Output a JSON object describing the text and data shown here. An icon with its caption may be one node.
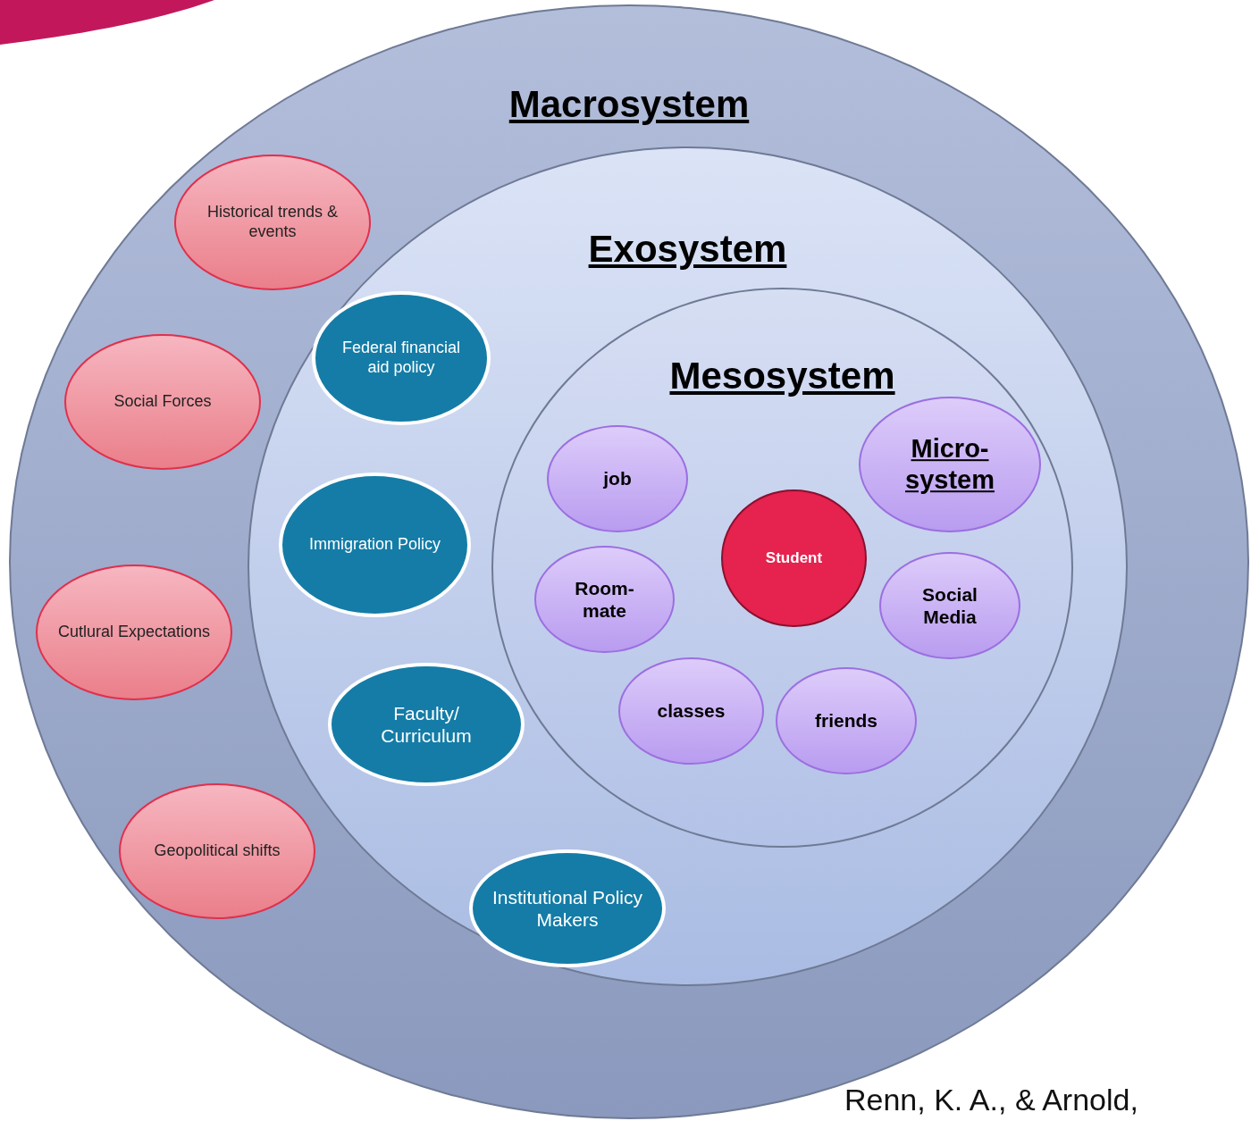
{
  "diagram": {
    "nodes": [
      {
        "text": [
          "Macrosystem"
        ]
      },
      {
        "text": [
          "Exosystem"
        ],
        "in": 0
      },
      {
        "text": [
          "Mesosystem"
        ],
        "in": 1
      },
      {
        "text": [
          "Historical trends & events"
        ],
        "in": 0
      },
      {
        "text": [
          "Social Forces"
        ],
        "in": 0
      },
      {
        "text": [
          "Cutlural Expectations"
        ],
        "in": 0
      },
      {
        "text": [
          "Geopolitical shifts"
        ],
        "in": 0
      },
      {
        "text": [
          "Federal financial aid policy"
        ],
        "in": 1
      },
      {
        "text": [
          "Immigration Policy"
        ],
        "in": 1
      },
      {
        "text": [
          "Faculty/ Curriculum"
        ],
        "in": 1
      },
      {
        "text": [
          "Institutional Policy Makers"
        ],
        "in": 1
      },
      {
        "text": [
          "job"
        ],
        "in": 2
      },
      {
        "text": [
          "Micro- system"
        ],
        "in": 2
      },
      {
        "text": [
          "Student"
        ],
        "in": 2
      },
      {
        "text": [
          "Room- mate"
        ],
        "in": 2
      },
      {
        "text": [
          "Social Media"
        ],
        "in": 2
      },
      {
        "text": [
          "classes"
        ],
        "in": 2
      },
      {
        "text": [
          "friends"
        ],
        "in": 2
      }
    ],
    "labels": [
      "Renn, K. A., & Arnold,"
    ]
  }
}
